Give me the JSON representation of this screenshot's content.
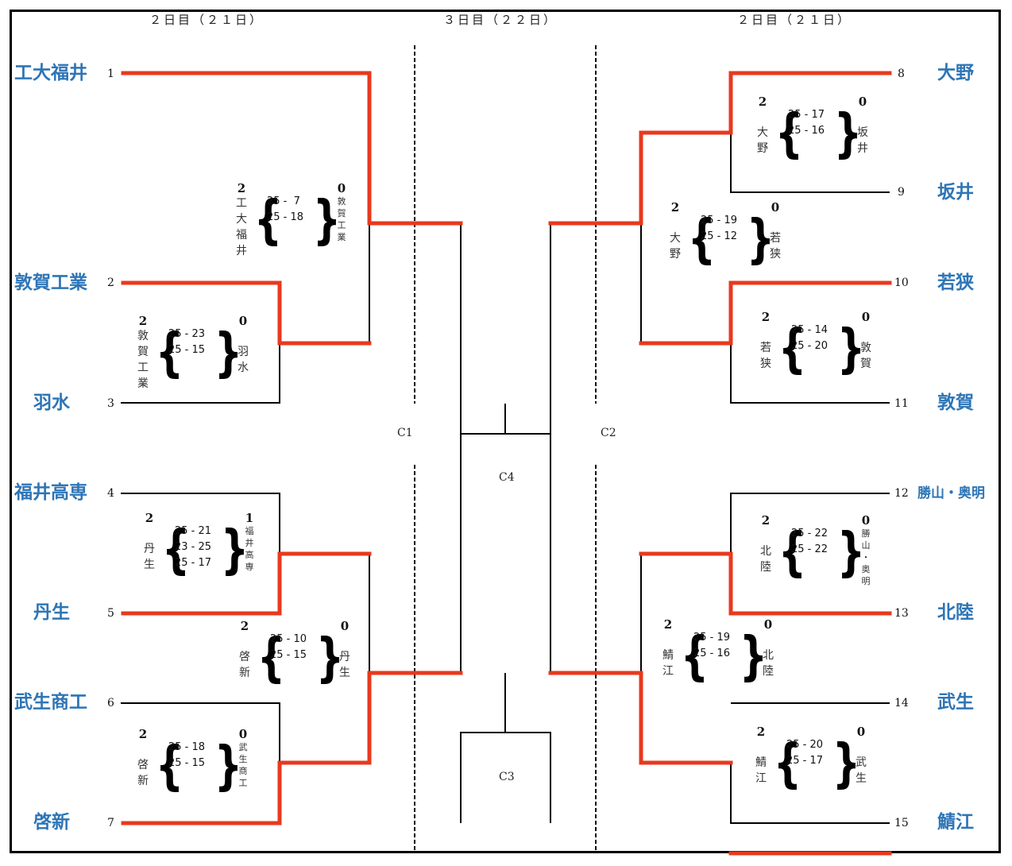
{
  "headers": {
    "left_day": "２日目（２１日）",
    "center_day": "３日目（２２日）",
    "right_day": "２日目（２１日）"
  },
  "colors": {
    "winner_line": "#e8391e",
    "team_name": "#2e75b6",
    "line": "#000000"
  },
  "teams": [
    {
      "seed": "1",
      "name": "工大福井"
    },
    {
      "seed": "2",
      "name": "敦賀工業"
    },
    {
      "seed": "3",
      "name": "羽水"
    },
    {
      "seed": "4",
      "name": "福井高専"
    },
    {
      "seed": "5",
      "name": "丹生"
    },
    {
      "seed": "6",
      "name": "武生商工"
    },
    {
      "seed": "7",
      "name": "啓新"
    },
    {
      "seed": "8",
      "name": "大野"
    },
    {
      "seed": "9",
      "name": "坂井"
    },
    {
      "seed": "10",
      "name": "若狭"
    },
    {
      "seed": "11",
      "name": "敦賀"
    },
    {
      "seed": "12",
      "name": "勝山・奥明"
    },
    {
      "seed": "13",
      "name": "北陸"
    },
    {
      "seed": "14",
      "name": "武生"
    },
    {
      "seed": "15",
      "name": "鯖江"
    }
  ],
  "courts": {
    "c1": "C1",
    "c2": "C2",
    "c3": "C3",
    "c4": "C4"
  },
  "matches": [
    {
      "id": "m-2v3",
      "winner": "敦賀工業",
      "loser": "羽水",
      "winner_sets": "2",
      "loser_sets": "0",
      "scores": [
        "25 - 23",
        "25 - 15"
      ]
    },
    {
      "id": "m-1v23",
      "winner": "工大福井",
      "loser": "敦賀工業",
      "winner_sets": "2",
      "loser_sets": "0",
      "scores": [
        "25 -  7",
        "25 - 18"
      ]
    },
    {
      "id": "m-4v5",
      "winner": "丹生",
      "loser": "福井高専",
      "winner_sets": "2",
      "loser_sets": "1",
      "scores": [
        "25 - 21",
        "23 - 25",
        "25 - 17"
      ]
    },
    {
      "id": "m-6v7",
      "winner": "啓新",
      "loser": "武生商工",
      "winner_sets": "2",
      "loser_sets": "0",
      "scores": [
        "25 - 18",
        "25 - 15"
      ]
    },
    {
      "id": "m-45v67",
      "winner": "啓新",
      "loser": "丹生",
      "winner_sets": "2",
      "loser_sets": "0",
      "scores": [
        "25 - 10",
        "25 - 15"
      ]
    },
    {
      "id": "m-8v9",
      "winner": "大野",
      "loser": "坂井",
      "winner_sets": "2",
      "loser_sets": "0",
      "scores": [
        "25 - 17",
        "25 - 16"
      ]
    },
    {
      "id": "m-10v11",
      "winner": "若狭",
      "loser": "敦賀",
      "winner_sets": "2",
      "loser_sets": "0",
      "scores": [
        "25 - 14",
        "25 - 20"
      ]
    },
    {
      "id": "m-89v1011",
      "winner": "大野",
      "loser": "若狭",
      "winner_sets": "2",
      "loser_sets": "0",
      "scores": [
        "25 - 19",
        "25 - 12"
      ]
    },
    {
      "id": "m-12v13",
      "winner": "北陸",
      "loser": "勝山・奥明",
      "winner_sets": "2",
      "loser_sets": "0",
      "scores": [
        "25 - 22",
        "25 - 22"
      ]
    },
    {
      "id": "m-14v15",
      "winner": "鯖江",
      "loser": "武生",
      "winner_sets": "2",
      "loser_sets": "0",
      "scores": [
        "25 - 20",
        "25 - 17"
      ]
    },
    {
      "id": "m-1213v1415",
      "winner": "鯖江",
      "loser": "北陸",
      "winner_sets": "2",
      "loser_sets": "0",
      "scores": [
        "25 - 19",
        "25 - 16"
      ]
    }
  ]
}
